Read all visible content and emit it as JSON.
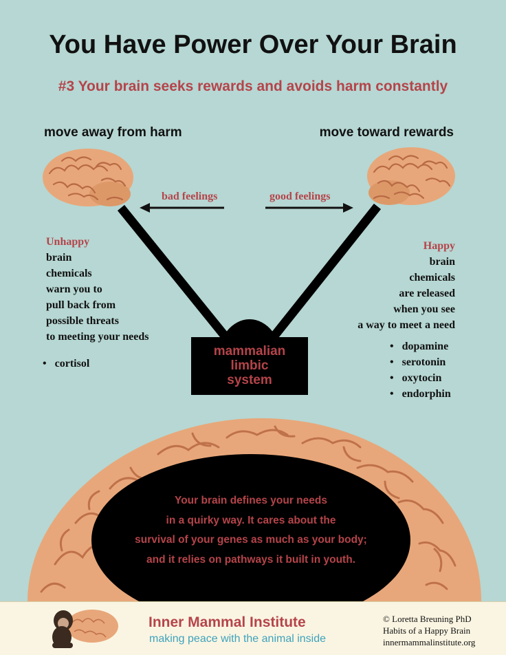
{
  "title": "You Have Power Over Your Brain",
  "subtitle": "#3  Your brain seeks rewards and avoids harm constantly",
  "left": {
    "heading": "move away from harm",
    "arrow_label": "bad feelings",
    "emphasis": "Unhappy",
    "lines": [
      "brain",
      "chemicals",
      "warn you to",
      "pull back from",
      "possible threats",
      "to meeting your needs"
    ],
    "bullets": [
      "cortisol"
    ]
  },
  "right": {
    "heading": "move toward rewards",
    "arrow_label": "good feelings",
    "emphasis": "Happy",
    "lines": [
      "brain",
      "chemicals",
      "are released",
      "when you see",
      "a way to meet a need"
    ],
    "bullets": [
      "dopamine",
      "serotonin",
      "oxytocin",
      "endorphin"
    ]
  },
  "center": {
    "lines": [
      "mammalian",
      "limbic",
      "system"
    ]
  },
  "oval_text": [
    "Your brain defines your needs",
    "in a quirky way. It cares about the",
    "survival of your genes as much as your body;",
    "and it relies on pathways it built in youth."
  ],
  "footer": {
    "name": "Inner Mammal Institute",
    "tagline": "making peace with the animal inside",
    "credits": [
      "© Loretta Breuning PhD",
      "Habits of a Happy Brain",
      "innermammalinstitute.org"
    ]
  },
  "colors": {
    "background": "#b6d7d3",
    "accent_red": "#b5444a",
    "tagline_blue": "#3fa2bc",
    "footer_bg": "#faf5e2",
    "brain": "#e8a77a"
  }
}
